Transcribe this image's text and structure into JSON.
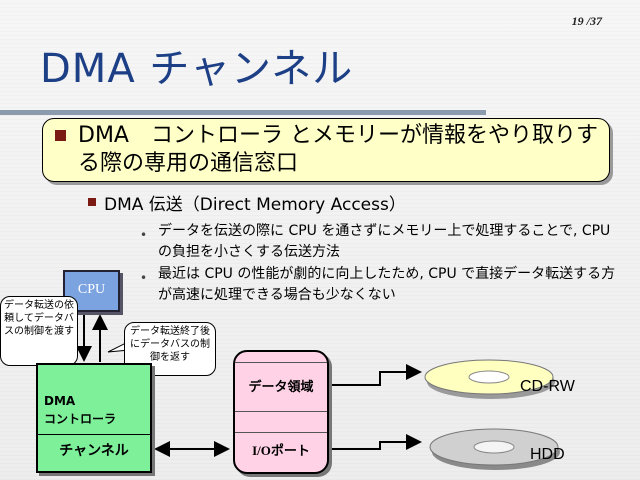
{
  "page_number": "19 /37",
  "title": "DMA チャンネル",
  "bullet_l1": "DMA　コントローラ とメモリーが情報をやり取りする際の専用の通信窓口",
  "bullet_l2": "DMA 伝送（Direct Memory Access）",
  "bullets_l3": [
    "データを伝送の際に CPU を通さずにメモリー上で処理することで, CPU の負担を小さくする伝送方法",
    "最近は CPU の性能が劇的に向上したため, CPU で直接データ転送する方が高速に処理できる場合も少なくない"
  ],
  "diagram": {
    "cpu_label": "CPU",
    "callout_left": "データ転送の依頼してデータバスの制御を渡す",
    "callout_right": "データ転送終了後にデータバスの制御を返す",
    "dma_label_line1": "DMA",
    "dma_label_line2": "コントローラ",
    "channel_label": "チャンネル",
    "io_data_label": "データ領域",
    "io_port_label": "I/Oポート",
    "cdrw_label": "CD-RW",
    "hdd_label": "HDD"
  },
  "colors": {
    "title": "#1d3f86",
    "highlight_box": "#ffffc8",
    "bullet": "#7a1a12",
    "cpu_box": "#7ba3e0",
    "dma_box": "#7ef09a",
    "io_box": "#ffd2e6",
    "cd_disc": "#ffffc0",
    "hdd_disc": "#d0d0d0"
  }
}
